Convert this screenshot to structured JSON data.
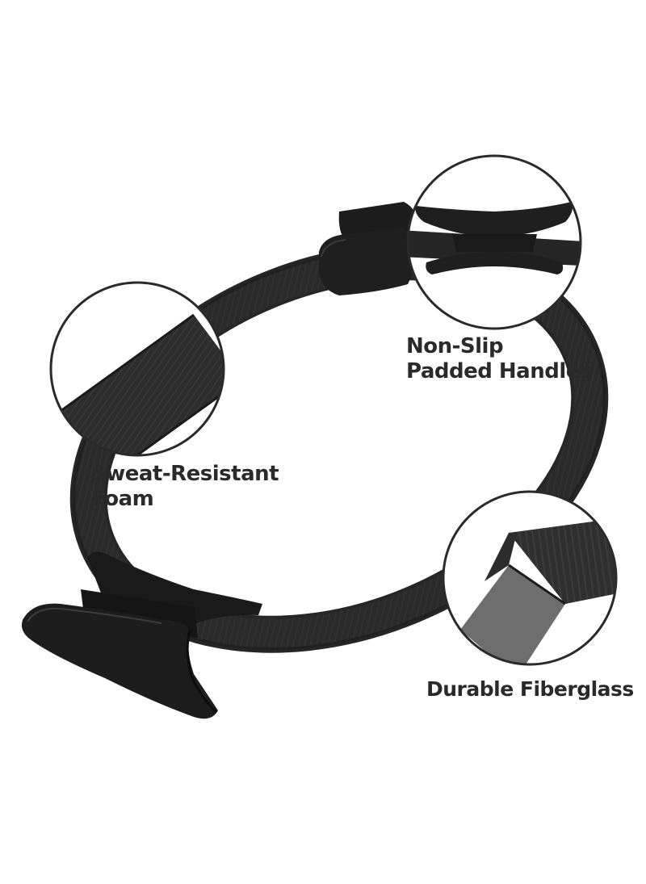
{
  "callouts": {
    "handles": {
      "line1": "Non-Slip",
      "line2": "Padded Handles"
    },
    "foam": {
      "line1": "Sweat-Resistant",
      "line2": "Foam"
    },
    "fiberglass": {
      "line1": "Durable Fiberglass"
    }
  },
  "colors": {
    "ring": "#2b2b2b",
    "ring_highlight": "#4a4a4a",
    "handle": "#1e1e1e",
    "fiberglass": "#6e6e6e",
    "callout_border": "#2a2a2a",
    "text": "#2a2a2a",
    "background": "#ffffff"
  }
}
